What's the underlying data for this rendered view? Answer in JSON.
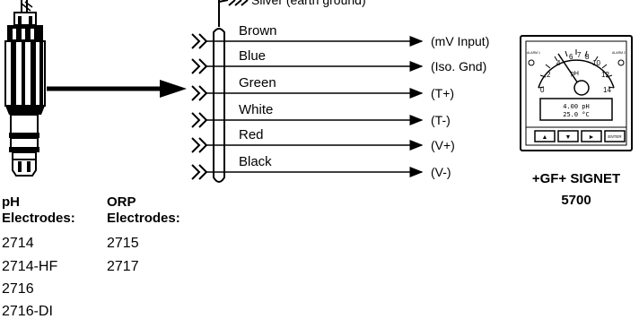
{
  "ground_label": "Silver (earth ground)",
  "wires": [
    {
      "color": "Brown",
      "dest": "(mV Input)"
    },
    {
      "color": "Blue",
      "dest": "(Iso.  Gnd)"
    },
    {
      "color": "Green",
      "dest": "(T+)"
    },
    {
      "color": "White",
      "dest": "(T-)"
    },
    {
      "color": "Red",
      "dest": "(V+)"
    },
    {
      "color": "Black",
      "dest": "(V-)"
    }
  ],
  "ph_electrodes": {
    "title_line1": "pH",
    "title_line2": "Electrodes:",
    "models": [
      "2714",
      "2714-HF",
      "2716",
      "2716-DI"
    ]
  },
  "orp_electrodes": {
    "title_line1": "ORP",
    "title_line2": "Electrodes:",
    "models": [
      "2715",
      "2717"
    ]
  },
  "meter": {
    "brand_line1": "+GF+ SIGNET",
    "brand_line2": "5700",
    "scale_unit": "pH",
    "scale_numbers": [
      "0",
      "2",
      "4",
      "6",
      "7",
      "8",
      "10",
      "12",
      "14"
    ],
    "alarm_left": "ALARM 1",
    "alarm_right": "ALARM 2",
    "display_line1": "4.00 pH",
    "display_line2": "25.0 °C",
    "buttons": [
      "▲",
      "▼",
      "►",
      "ENTER"
    ]
  }
}
